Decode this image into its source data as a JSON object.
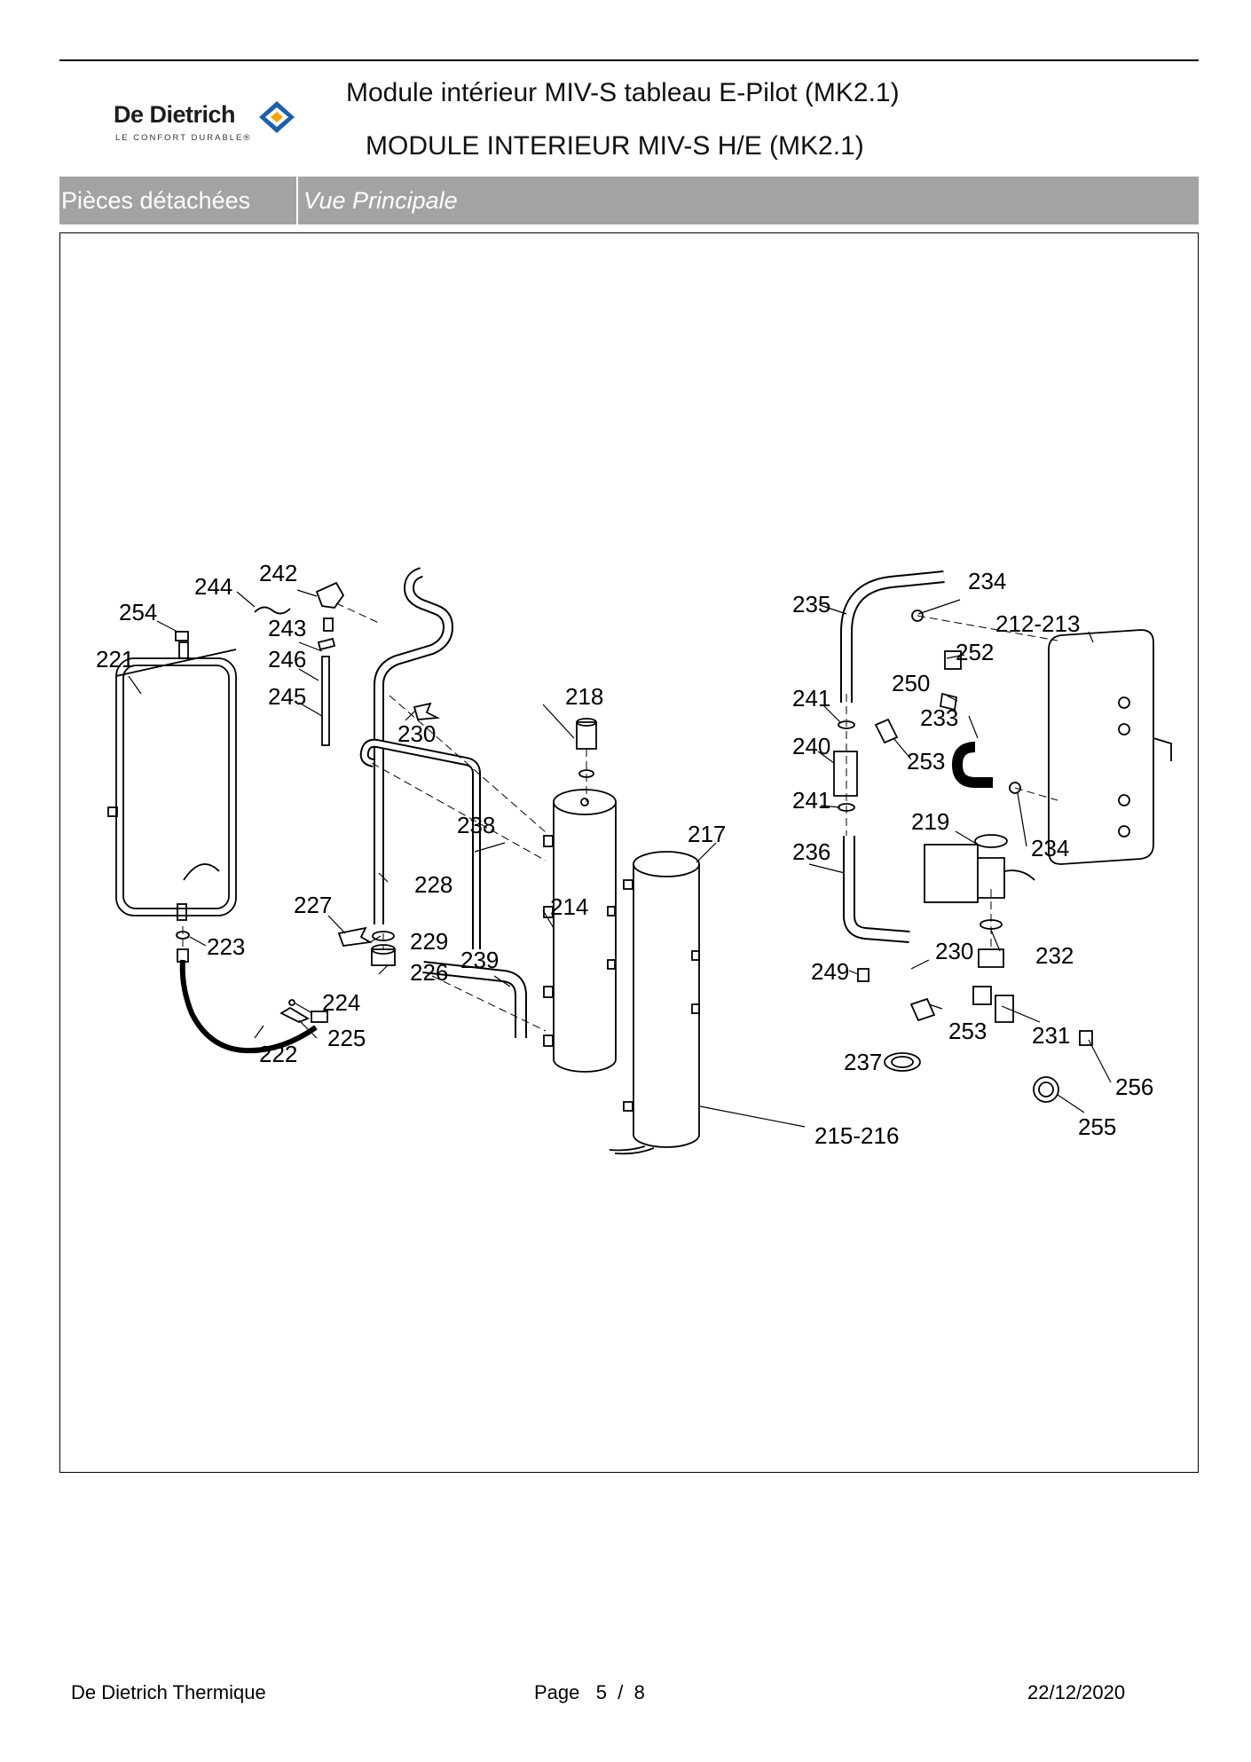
{
  "header": {
    "brand": "De Dietrich",
    "brand_tagline": "LE CONFORT DURABLE®",
    "title_line1": "Module intérieur MIV-S tableau E-Pilot (MK2.1)",
    "title_line2": "MODULE INTERIEUR MIV-S H/E (MK2.1)"
  },
  "section_bar": {
    "left": "Pièces détachées",
    "right": "Vue Principale"
  },
  "diagram": {
    "labels": {
      "l242": "242",
      "l244": "244",
      "l254": "254",
      "l243": "243",
      "l246": "246",
      "l221": "221",
      "l245": "245",
      "l230a": "230",
      "l218": "218",
      "l238": "238",
      "l228": "228",
      "l227": "227",
      "l229": "229",
      "l226": "226",
      "l214": "214",
      "l239": "239",
      "l223": "223",
      "l224": "224",
      "l225": "225",
      "l222": "222",
      "l217": "217",
      "l235": "235",
      "l234a": "234",
      "l212": "212-213",
      "l252": "252",
      "l250": "250",
      "l233": "233",
      "l241a": "241",
      "l240": "240",
      "l253a": "253",
      "l241b": "241",
      "l219": "219",
      "l236": "236",
      "l234b": "234",
      "l232": "232",
      "l230b": "230",
      "l249": "249",
      "l231": "231",
      "l253b": "253",
      "l237": "237",
      "l256": "256",
      "l255": "255",
      "l215": "215-216"
    }
  },
  "footer": {
    "company": "De Dietrich Thermique",
    "page_label": "Page",
    "page_current": "5",
    "page_sep": "/",
    "page_total": "8",
    "date": "22/12/2020"
  },
  "colors": {
    "bar": "#a3a3a3",
    "logo_orange": "#f2a20f",
    "logo_blue": "#1f5fa8"
  }
}
